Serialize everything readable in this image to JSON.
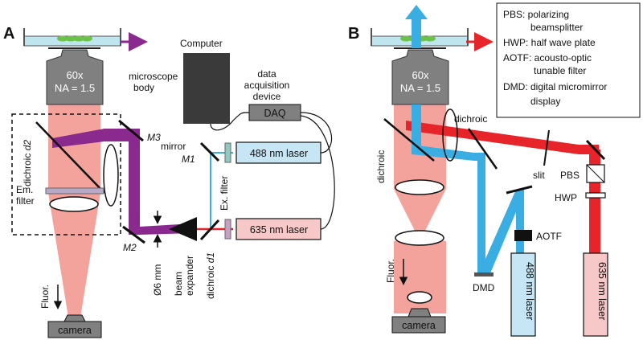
{
  "panel_a": {
    "letter": "A",
    "objective": {
      "line1": "60x",
      "line2": "NA = 1.5"
    },
    "microscope_body": {
      "line1": "microscope",
      "line2": "body"
    },
    "dichroic_d2": {
      "prefix": "dichroic",
      "name": "d2"
    },
    "em_filter": {
      "line1": "Em.",
      "line2": "filter"
    },
    "mirror_m3": "M3",
    "mirror_m1": {
      "line1": "mirror",
      "name": "M1"
    },
    "mirror_m2": "M2",
    "computer": "Computer",
    "daq_device": {
      "line1": "data",
      "line2": "acquisition",
      "line3": "device"
    },
    "daq_box": "DAQ",
    "laser_488": "488 nm laser",
    "laser_635": "635 nm laser",
    "ex_filter": "Ex. filter",
    "beam_size": "Ø6 mm",
    "beam_expander": {
      "line1": "beam",
      "line2": "expander"
    },
    "dichroic_d1": {
      "prefix": "dichroic",
      "name": "d1"
    },
    "fluor": "Fluor.",
    "camera": "camera"
  },
  "panel_b": {
    "letter": "B",
    "objective": {
      "line1": "60x",
      "line2": "NA = 1.5"
    },
    "legend": [
      "PBS: polarizing",
      "beamsplitter",
      "HWP: half wave plate",
      "AOTF: acousto-optic",
      "tunable filter",
      "DMD: digital micromirror",
      "display"
    ],
    "dichroic_left": "dichroic",
    "dichroic_top": "dichroic",
    "slit": "slit",
    "pbs": "PBS",
    "hwp": "HWP",
    "aotf": "AOTF",
    "dmd": "DMD",
    "laser_488": "488 nm laser",
    "laser_635": "635 nm laser",
    "fluor": "Fluor.",
    "camera": "camera"
  },
  "colors": {
    "red_beam": "#e8242b",
    "fluor_beam": "#f3a39c",
    "blue_beam": "#3aaee3",
    "purple_beam": "#8b2a8e",
    "objective_gray": "#808080",
    "laser_488_fill": "#c6e6f5",
    "laser_635_fill": "#f6c8c8",
    "dish_fill": "#bfe6ef",
    "cell_green": "#6cc24a"
  }
}
